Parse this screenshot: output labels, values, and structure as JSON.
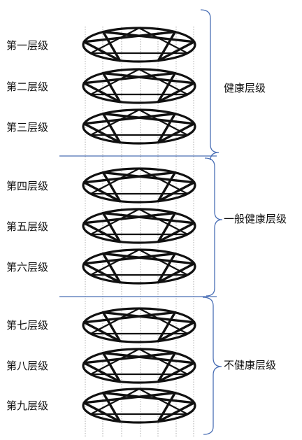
{
  "levels": [
    {
      "label": "第一层级"
    },
    {
      "label": "第二层级"
    },
    {
      "label": "第三层级"
    },
    {
      "label": "第四层级"
    },
    {
      "label": "第五层级"
    },
    {
      "label": "第六层级"
    },
    {
      "label": "第七层级"
    },
    {
      "label": "第八层级"
    },
    {
      "label": "第九层级"
    }
  ],
  "groups": [
    {
      "label": "健康层级"
    },
    {
      "label": "一般健康层级"
    },
    {
      "label": "不健康层级"
    }
  ],
  "colors": {
    "figure": "#111111",
    "guide_lines": "#9a9a9a",
    "brackets": "#4a6fb5",
    "dividers": "#4a6fb5"
  }
}
